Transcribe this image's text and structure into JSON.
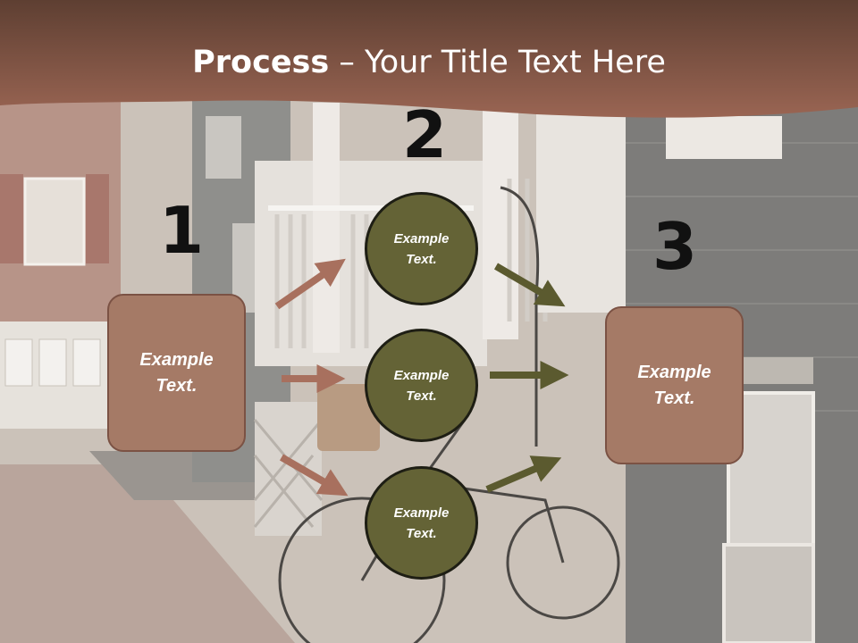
{
  "title": {
    "bold": "Process",
    "rest": " – Your Title Text Here"
  },
  "steps": [
    {
      "number": "1",
      "label": "Example\nText."
    },
    {
      "number": "2"
    },
    {
      "number": "3",
      "label": "Example\nText."
    }
  ],
  "circles": [
    {
      "label": "Example\nText."
    },
    {
      "label": "Example\nText."
    },
    {
      "label": "Example\nText."
    }
  ],
  "colors": {
    "header": "#8f5c4a",
    "box_fill": "#a57a66",
    "circle_fill": "#646336",
    "arrow_left": "#a8705e",
    "arrow_right": "#5b5a2f"
  }
}
